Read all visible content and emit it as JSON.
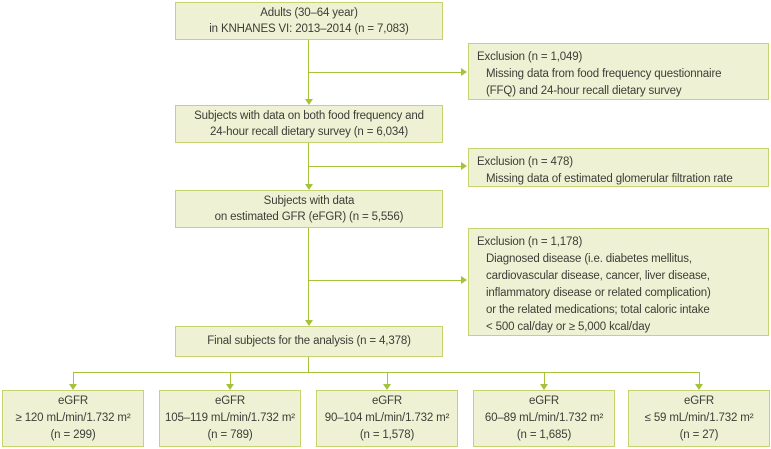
{
  "palette": {
    "box_fill": "#eef1d3",
    "box_border": "#c6d36e",
    "arrow": "#a4c23a",
    "text": "#3d3e37"
  },
  "flow": {
    "top": {
      "lines": [
        "Adults (30–64 year)",
        "in KNHANES VI: 2013–2014 (n = 7,083)"
      ]
    },
    "step2": {
      "lines": [
        "Subjects with data on both food frequency and",
        "24-hour recall dietary survey (n = 6,034)"
      ]
    },
    "step3": {
      "lines": [
        "Subjects with data",
        "on estimated GFR (eFGR) (n = 5,556)"
      ]
    },
    "final": {
      "lines": [
        "Final subjects for the analysis (n = 4,378)"
      ]
    },
    "exclusions": [
      {
        "title": "Exclusion (n = 1,049)",
        "details": [
          "Missing data from food frequency questionnaire",
          "(FFQ) and 24-hour recall dietary survey"
        ]
      },
      {
        "title": "Exclusion (n = 478)",
        "details": [
          "Missing data of estimated glomerular filtration rate"
        ]
      },
      {
        "title": "Exclusion (n = 1,178)",
        "details": [
          "Diagnosed disease (i.e. diabetes mellitus,",
          "cardiovascular disease, cancer, liver disease,",
          "inflammatory disease or related complication)",
          "or the related medications; total caloric intake",
          "< 500 cal/day or ≥ 5,000 kcal/day"
        ]
      }
    ],
    "groups": [
      {
        "lines": [
          "eGFR",
          "≥ 120 mL/min/1.732 m²",
          "(n = 299)"
        ]
      },
      {
        "lines": [
          "eGFR",
          "105–119 mL/min/1.732 m²",
          "(n = 789)"
        ]
      },
      {
        "lines": [
          "eGFR",
          "90–104 mL/min/1.732 m²",
          "(n = 1,578)"
        ]
      },
      {
        "lines": [
          "eGFR",
          "60–89 mL/min/1.732 m²",
          "(n = 1,685)"
        ]
      },
      {
        "lines": [
          "eGFR",
          "≤ 59 mL/min/1.732 m²",
          "(n = 27)"
        ]
      }
    ]
  }
}
